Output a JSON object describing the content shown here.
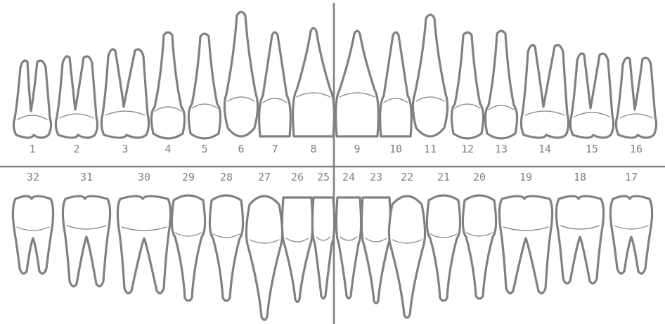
{
  "diagram": {
    "line_color": "#808080",
    "background": "#ffffff",
    "upper_teeth": [
      {
        "number": "1",
        "type": "molar"
      },
      {
        "number": "2",
        "type": "molar"
      },
      {
        "number": "3",
        "type": "molar"
      },
      {
        "number": "4",
        "type": "premolar"
      },
      {
        "number": "5",
        "type": "premolar"
      },
      {
        "number": "6",
        "type": "canine"
      },
      {
        "number": "7",
        "type": "lateral-incisor"
      },
      {
        "number": "8",
        "type": "central-incisor"
      },
      {
        "number": "9",
        "type": "central-incisor"
      },
      {
        "number": "10",
        "type": "lateral-incisor"
      },
      {
        "number": "11",
        "type": "canine"
      },
      {
        "number": "12",
        "type": "premolar"
      },
      {
        "number": "13",
        "type": "premolar"
      },
      {
        "number": "14",
        "type": "molar"
      },
      {
        "number": "15",
        "type": "molar"
      },
      {
        "number": "16",
        "type": "molar"
      }
    ],
    "lower_teeth": [
      {
        "number": "32",
        "type": "molar"
      },
      {
        "number": "31",
        "type": "molar"
      },
      {
        "number": "30",
        "type": "molar"
      },
      {
        "number": "29",
        "type": "premolar"
      },
      {
        "number": "28",
        "type": "premolar"
      },
      {
        "number": "27",
        "type": "canine"
      },
      {
        "number": "26",
        "type": "lateral-incisor"
      },
      {
        "number": "25",
        "type": "central-incisor"
      },
      {
        "number": "24",
        "type": "central-incisor"
      },
      {
        "number": "23",
        "type": "lateral-incisor"
      },
      {
        "number": "22",
        "type": "canine"
      },
      {
        "number": "21",
        "type": "premolar"
      },
      {
        "number": "20",
        "type": "premolar"
      },
      {
        "number": "19",
        "type": "molar"
      },
      {
        "number": "18",
        "type": "molar"
      },
      {
        "number": "17",
        "type": "molar"
      }
    ]
  }
}
